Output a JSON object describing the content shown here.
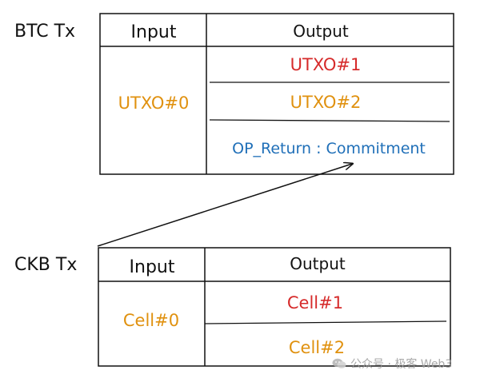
{
  "btc": {
    "label": "BTC Tx",
    "input_header": "Input",
    "output_header": "Output",
    "input_cell": "UTXO#0",
    "outputs": [
      "UTXO#1",
      "UTXO#2",
      "OP_Return : Commitment"
    ]
  },
  "ckb": {
    "label": "CKB Tx",
    "input_header": "Input",
    "output_header": "Output",
    "input_cell": "Cell#0",
    "outputs": [
      "Cell#1",
      "Cell#2"
    ]
  },
  "watermark": {
    "text": "公众号 · 极客 Web3",
    "icon": "wechat-icon"
  },
  "colors": {
    "orange": "#e0910f",
    "red": "#d62b2b",
    "blue": "#1f6fb8",
    "line": "#111111"
  }
}
